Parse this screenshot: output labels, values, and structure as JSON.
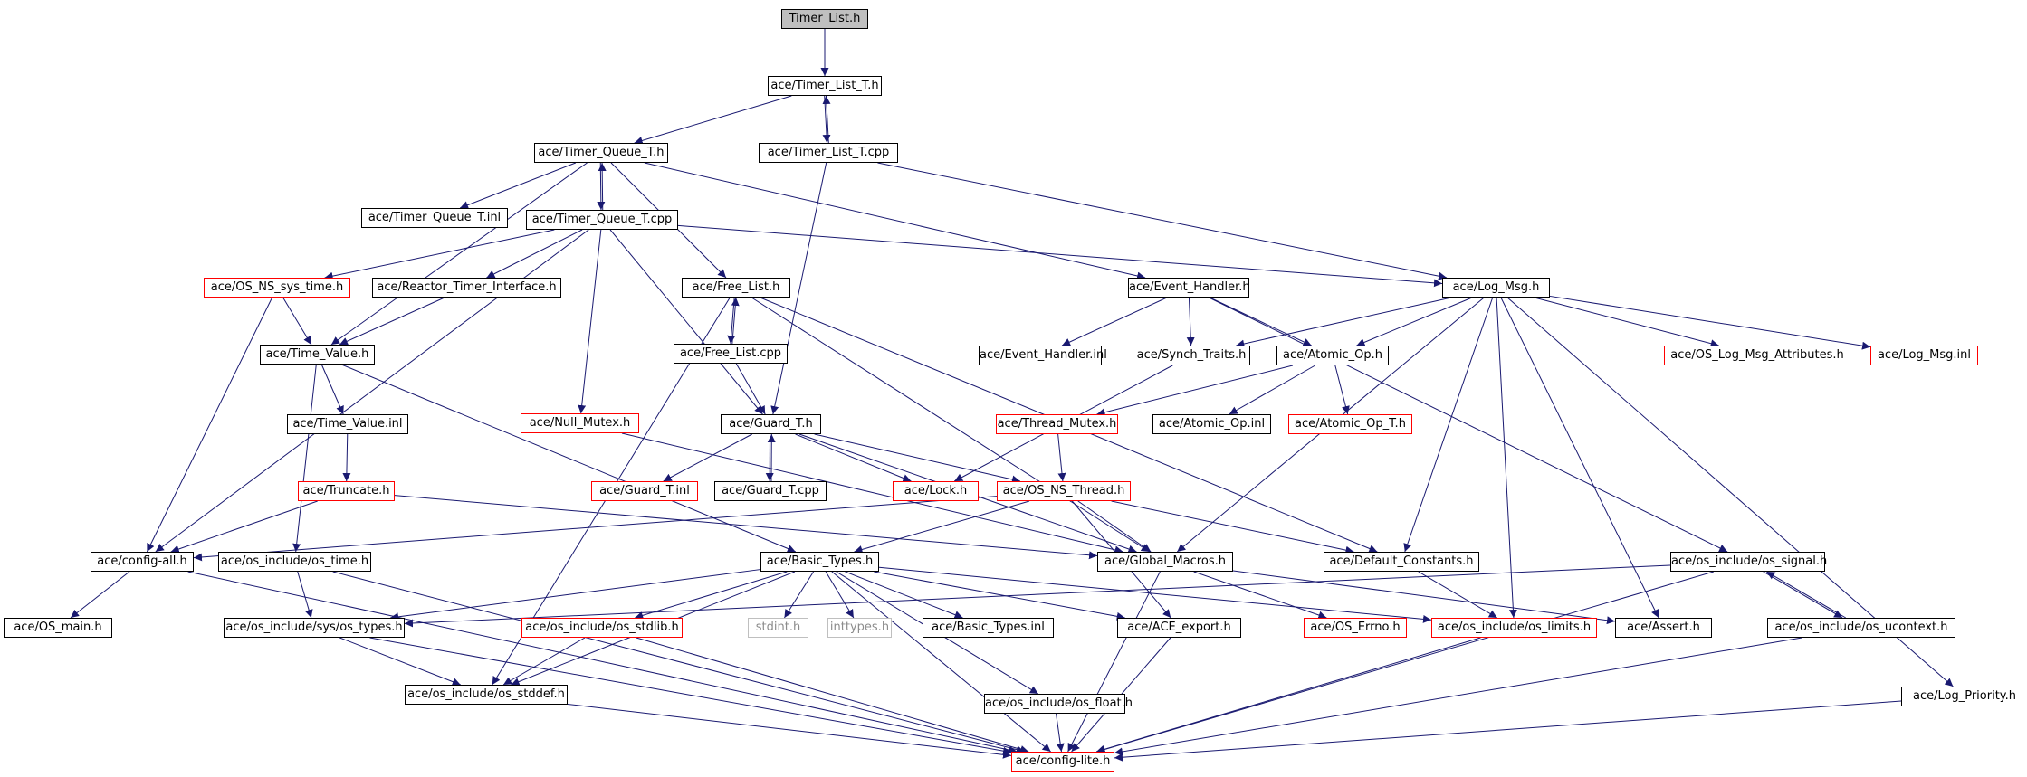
{
  "diagram": {
    "colors": {
      "edge": "#191970",
      "box": "#000000",
      "missing": "#ff0000",
      "system": "#bfbfbf",
      "root_fill": "#bfbfbf"
    },
    "nodes": [
      {
        "id": "n0",
        "label": "Timer_List.h",
        "style": "root"
      },
      {
        "id": "n1",
        "label": "ace/Timer_List_T.h",
        "style": "normal"
      },
      {
        "id": "n2",
        "label": "ace/Timer_Queue_T.h",
        "style": "normal"
      },
      {
        "id": "n3",
        "label": "ace/Timer_List_T.cpp",
        "style": "normal"
      },
      {
        "id": "n4",
        "label": "ace/Timer_Queue_T.inl",
        "style": "normal"
      },
      {
        "id": "n5",
        "label": "ace/Timer_Queue_T.cpp",
        "style": "normal"
      },
      {
        "id": "n6",
        "label": "ace/OS_NS_sys_time.h",
        "style": "red"
      },
      {
        "id": "n7",
        "label": "ace/Reactor_Timer_Interface.h",
        "style": "normal"
      },
      {
        "id": "n8",
        "label": "ace/Free_List.h",
        "style": "normal"
      },
      {
        "id": "n9",
        "label": "ace/Event_Handler.h",
        "style": "normal"
      },
      {
        "id": "n10",
        "label": "ace/Log_Msg.h",
        "style": "normal"
      },
      {
        "id": "n11",
        "label": "ace/Time_Value.h",
        "style": "normal"
      },
      {
        "id": "n12",
        "label": "ace/Free_List.cpp",
        "style": "normal"
      },
      {
        "id": "n13",
        "label": "ace/Event_Handler.inl",
        "style": "normal"
      },
      {
        "id": "n14",
        "label": "ace/Synch_Traits.h",
        "style": "normal"
      },
      {
        "id": "n15",
        "label": "ace/Atomic_Op.h",
        "style": "normal"
      },
      {
        "id": "n16",
        "label": "ace/OS_Log_Msg_Attributes.h",
        "style": "red"
      },
      {
        "id": "n17",
        "label": "ace/Log_Msg.inl",
        "style": "red"
      },
      {
        "id": "n18",
        "label": "ace/Time_Value.inl",
        "style": "normal"
      },
      {
        "id": "n19",
        "label": "ace/Null_Mutex.h",
        "style": "red"
      },
      {
        "id": "n20",
        "label": "ace/Guard_T.h",
        "style": "normal"
      },
      {
        "id": "n21",
        "label": "ace/Thread_Mutex.h",
        "style": "red"
      },
      {
        "id": "n22",
        "label": "ace/Atomic_Op.inl",
        "style": "normal"
      },
      {
        "id": "n23",
        "label": "ace/Atomic_Op_T.h",
        "style": "red"
      },
      {
        "id": "n24",
        "label": "ace/Truncate.h",
        "style": "red"
      },
      {
        "id": "n25",
        "label": "ace/Guard_T.inl",
        "style": "red"
      },
      {
        "id": "n26",
        "label": "ace/Guard_T.cpp",
        "style": "normal"
      },
      {
        "id": "n27",
        "label": "ace/Lock.h",
        "style": "red"
      },
      {
        "id": "n28",
        "label": "ace/OS_NS_Thread.h",
        "style": "red"
      },
      {
        "id": "n29",
        "label": "ace/config-all.h",
        "style": "normal"
      },
      {
        "id": "n30",
        "label": "ace/os_include/os_time.h",
        "style": "normal"
      },
      {
        "id": "n31",
        "label": "ace/Basic_Types.h",
        "style": "normal"
      },
      {
        "id": "n32",
        "label": "ace/Global_Macros.h",
        "style": "normal"
      },
      {
        "id": "n33",
        "label": "ace/Default_Constants.h",
        "style": "normal"
      },
      {
        "id": "n34",
        "label": "ace/os_include/os_signal.h",
        "style": "normal"
      },
      {
        "id": "n35",
        "label": "ace/OS_main.h",
        "style": "normal"
      },
      {
        "id": "n36",
        "label": "ace/os_include/sys/os_types.h",
        "style": "normal"
      },
      {
        "id": "n37",
        "label": "ace/os_include/os_stdlib.h",
        "style": "red"
      },
      {
        "id": "n38",
        "label": "stdint.h",
        "style": "gray"
      },
      {
        "id": "n39",
        "label": "inttypes.h",
        "style": "gray"
      },
      {
        "id": "n40",
        "label": "ace/Basic_Types.inl",
        "style": "normal"
      },
      {
        "id": "n41",
        "label": "ace/ACE_export.h",
        "style": "normal"
      },
      {
        "id": "n42",
        "label": "ace/OS_Errno.h",
        "style": "red"
      },
      {
        "id": "n43",
        "label": "ace/os_include/os_limits.h",
        "style": "red"
      },
      {
        "id": "n44",
        "label": "ace/Assert.h",
        "style": "normal"
      },
      {
        "id": "n45",
        "label": "ace/os_include/os_ucontext.h",
        "style": "normal"
      },
      {
        "id": "n46",
        "label": "ace/os_include/os_stddef.h",
        "style": "normal"
      },
      {
        "id": "n47",
        "label": "ace/os_include/os_float.h",
        "style": "normal"
      },
      {
        "id": "n48",
        "label": "ace/Log_Priority.h",
        "style": "normal"
      },
      {
        "id": "n49",
        "label": "ace/config-lite.h",
        "style": "red"
      }
    ],
    "edges": [
      [
        "n0",
        "n1"
      ],
      [
        "n1",
        "n2"
      ],
      [
        "n1",
        "n3"
      ],
      [
        "n3",
        "n1"
      ],
      [
        "n2",
        "n4"
      ],
      [
        "n2",
        "n5"
      ],
      [
        "n5",
        "n2"
      ],
      [
        "n2",
        "n8"
      ],
      [
        "n2",
        "n9"
      ],
      [
        "n2",
        "n11"
      ],
      [
        "n3",
        "n20"
      ],
      [
        "n3",
        "n10"
      ],
      [
        "n5",
        "n6"
      ],
      [
        "n5",
        "n7"
      ],
      [
        "n5",
        "n10"
      ],
      [
        "n5",
        "n19"
      ],
      [
        "n5",
        "n20"
      ],
      [
        "n5",
        "n29"
      ],
      [
        "n6",
        "n11"
      ],
      [
        "n6",
        "n29"
      ],
      [
        "n7",
        "n11"
      ],
      [
        "n8",
        "n12"
      ],
      [
        "n12",
        "n8"
      ],
      [
        "n12",
        "n20"
      ],
      [
        "n8",
        "n46"
      ],
      [
        "n8",
        "n32"
      ],
      [
        "n8",
        "n33"
      ],
      [
        "n9",
        "n13"
      ],
      [
        "n9",
        "n14"
      ],
      [
        "n9",
        "n15"
      ],
      [
        "n9",
        "n34"
      ],
      [
        "n10",
        "n14"
      ],
      [
        "n10",
        "n15"
      ],
      [
        "n10",
        "n16"
      ],
      [
        "n10",
        "n17"
      ],
      [
        "n10",
        "n32"
      ],
      [
        "n10",
        "n33"
      ],
      [
        "n10",
        "n43"
      ],
      [
        "n10",
        "n44"
      ],
      [
        "n10",
        "n48"
      ],
      [
        "n11",
        "n18"
      ],
      [
        "n11",
        "n30"
      ],
      [
        "n11",
        "n31"
      ],
      [
        "n18",
        "n24"
      ],
      [
        "n24",
        "n29"
      ],
      [
        "n24",
        "n32"
      ],
      [
        "n15",
        "n21"
      ],
      [
        "n15",
        "n22"
      ],
      [
        "n15",
        "n23"
      ],
      [
        "n14",
        "n27"
      ],
      [
        "n21",
        "n28"
      ],
      [
        "n19",
        "n32"
      ],
      [
        "n20",
        "n25"
      ],
      [
        "n20",
        "n26"
      ],
      [
        "n26",
        "n20"
      ],
      [
        "n20",
        "n27"
      ],
      [
        "n20",
        "n28"
      ],
      [
        "n20",
        "n32"
      ],
      [
        "n28",
        "n29"
      ],
      [
        "n28",
        "n31"
      ],
      [
        "n28",
        "n32"
      ],
      [
        "n28",
        "n33"
      ],
      [
        "n28",
        "n41"
      ],
      [
        "n29",
        "n35"
      ],
      [
        "n29",
        "n49"
      ],
      [
        "n30",
        "n36"
      ],
      [
        "n30",
        "n49"
      ],
      [
        "n31",
        "n36"
      ],
      [
        "n31",
        "n37"
      ],
      [
        "n31",
        "n38"
      ],
      [
        "n31",
        "n39"
      ],
      [
        "n31",
        "n40"
      ],
      [
        "n31",
        "n41"
      ],
      [
        "n31",
        "n43"
      ],
      [
        "n31",
        "n46"
      ],
      [
        "n31",
        "n47"
      ],
      [
        "n31",
        "n49"
      ],
      [
        "n32",
        "n42"
      ],
      [
        "n32",
        "n44"
      ],
      [
        "n32",
        "n49"
      ],
      [
        "n33",
        "n43"
      ],
      [
        "n34",
        "n36"
      ],
      [
        "n34",
        "n45"
      ],
      [
        "n45",
        "n34"
      ],
      [
        "n34",
        "n49"
      ],
      [
        "n36",
        "n46"
      ],
      [
        "n36",
        "n49"
      ],
      [
        "n37",
        "n46"
      ],
      [
        "n37",
        "n49"
      ],
      [
        "n41",
        "n49"
      ],
      [
        "n43",
        "n49"
      ],
      [
        "n45",
        "n49"
      ],
      [
        "n46",
        "n49"
      ],
      [
        "n47",
        "n49"
      ],
      [
        "n48",
        "n49"
      ]
    ]
  }
}
